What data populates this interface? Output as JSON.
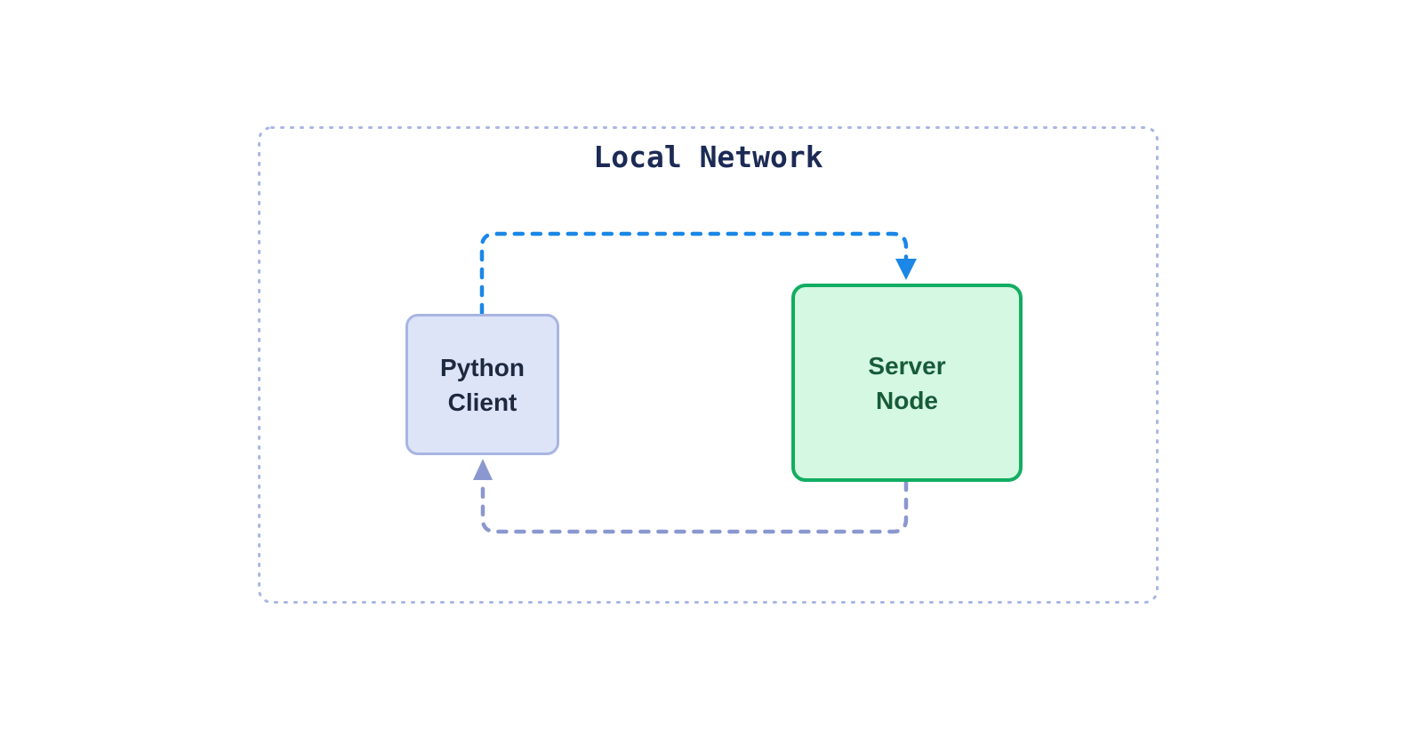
{
  "diagram": {
    "boundary": {
      "label": "Local Network",
      "border_color": "#a9b6e6",
      "label_color": "#1c2a55"
    },
    "nodes": [
      {
        "id": "python-client",
        "label": "Python\nClient",
        "fill_color": "#dde4f8",
        "border_color": "#a8b5e2",
        "text_color": "#1e2940"
      },
      {
        "id": "server-node",
        "label": "Server\nNode",
        "fill_color": "#d4f8e2",
        "border_color": "#12ad62",
        "text_color": "#175c38"
      }
    ],
    "edges": [
      {
        "id": "client-to-server",
        "from": "python-client",
        "to": "server-node",
        "style": "dashed",
        "color": "#1b87e6"
      },
      {
        "id": "server-to-client",
        "from": "server-node",
        "to": "python-client",
        "style": "dashed",
        "color": "#8b98cf"
      }
    ]
  }
}
